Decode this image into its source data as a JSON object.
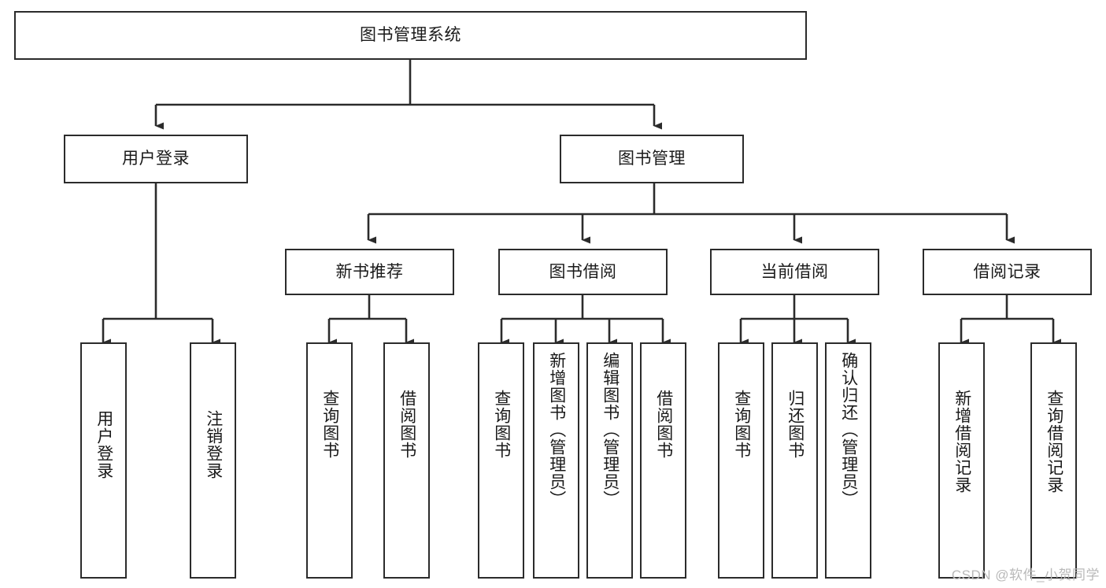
{
  "diagram": {
    "title": "图书管理系统",
    "type": "tree-hierarchy",
    "root": {
      "label": "图书管理系统"
    },
    "level2": [
      {
        "id": "user-login",
        "label": "用户登录"
      },
      {
        "id": "book-management",
        "label": "图书管理"
      }
    ],
    "level3": [
      {
        "id": "new-book-recommend",
        "label": "新书推荐",
        "parent": "book-management"
      },
      {
        "id": "book-borrow",
        "label": "图书借阅",
        "parent": "book-management"
      },
      {
        "id": "current-borrow",
        "label": "当前借阅",
        "parent": "book-management"
      },
      {
        "id": "borrow-record",
        "label": "借阅记录",
        "parent": "book-management"
      }
    ],
    "leaves": {
      "user-login": [
        {
          "id": "leaf-user-login",
          "label": "用户登录"
        },
        {
          "id": "leaf-logout",
          "label": "注销登录"
        }
      ],
      "new-book-recommend": [
        {
          "id": "leaf-query-book-1",
          "label": "查询图书"
        },
        {
          "id": "leaf-borrow-book-1",
          "label": "借阅图书"
        }
      ],
      "book-borrow": [
        {
          "id": "leaf-query-book-2",
          "label": "查询图书"
        },
        {
          "id": "leaf-add-book",
          "label": "新增图书（管理员）"
        },
        {
          "id": "leaf-edit-book",
          "label": "编辑图书（管理员）"
        },
        {
          "id": "leaf-borrow-book-2",
          "label": "借阅图书"
        }
      ],
      "current-borrow": [
        {
          "id": "leaf-query-book-3",
          "label": "查询图书"
        },
        {
          "id": "leaf-return-book",
          "label": "归还图书"
        },
        {
          "id": "leaf-confirm-return",
          "label": "确认归还（管理员）"
        }
      ],
      "borrow-record": [
        {
          "id": "leaf-add-record",
          "label": "新增借阅记录"
        },
        {
          "id": "leaf-query-record",
          "label": "查询借阅记录"
        }
      ]
    }
  },
  "watermark": {
    "text": "CSDN @软件_小贺同学"
  },
  "colors": {
    "stroke": "#2b2b2b",
    "fill": "#ffffff",
    "text": "#1a1a1a",
    "watermark": "#b9b9b9"
  }
}
